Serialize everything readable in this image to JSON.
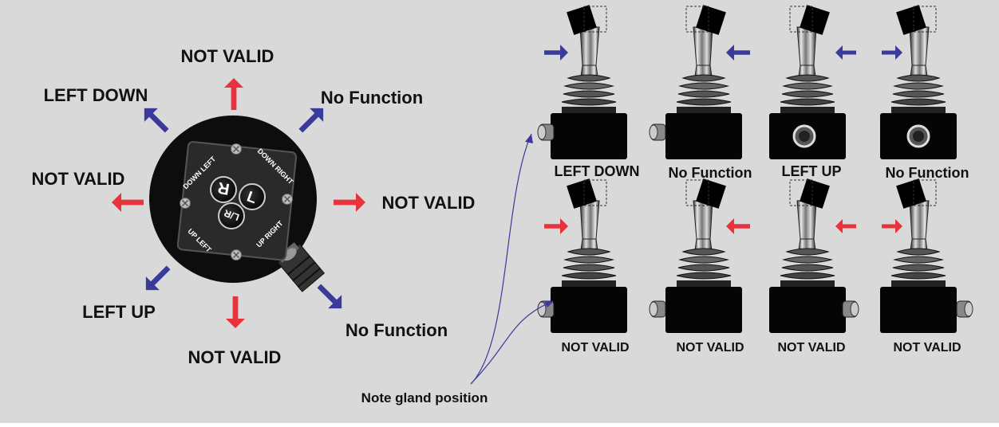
{
  "colors": {
    "background": "#d9d9d9",
    "red_arrow": "#e8323c",
    "blue_arrow": "#3a3a9a",
    "device": "#111111",
    "text": "#111111"
  },
  "dial": {
    "labels": {
      "top": "NOT VALID",
      "top_left": "LEFT DOWN",
      "top_right": "No Function",
      "left": "NOT VALID",
      "right": "NOT VALID",
      "bottom_left": "LEFT UP",
      "bottom": "NOT VALID",
      "bottom_right": "No Function"
    },
    "plate": {
      "down_left": "DOWN LEFT",
      "down_right": "DOWN RIGHT",
      "up_left": "UP LEFT",
      "up_right": "UP RIGHT",
      "btn_r": "R",
      "btn_l": "L",
      "btn_lr": "L/R"
    }
  },
  "joysticks_top": [
    {
      "label": "LEFT DOWN",
      "gland": "side"
    },
    {
      "label": "No Function",
      "gland": "side"
    },
    {
      "label": "LEFT UP",
      "gland": "front"
    },
    {
      "label": "No Function",
      "gland": "front"
    }
  ],
  "joysticks_bottom": [
    {
      "label": "NOT VALID",
      "gland": "left"
    },
    {
      "label": "NOT VALID",
      "gland": "left"
    },
    {
      "label": "NOT VALID",
      "gland": "right"
    },
    {
      "label": "NOT VALID",
      "gland": "right"
    }
  ],
  "note": "Note gland position"
}
